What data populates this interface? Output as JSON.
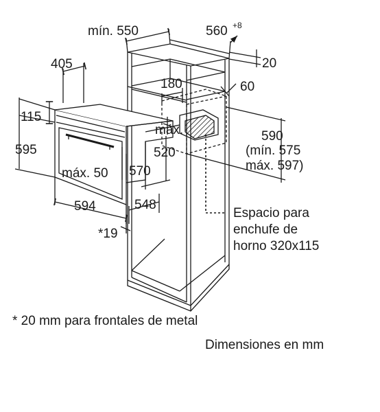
{
  "labels": {
    "min_550": "mín. 550",
    "w560": "560",
    "w560_sup": "+8",
    "d20": "20",
    "d405": "405",
    "d180": "180",
    "d60": "60",
    "d115": "115",
    "d595": "595",
    "max_label": "máx.",
    "d520": "520",
    "d590": "590",
    "d590_min": "(mín. 575",
    "d590_max": "máx. 597)",
    "max50": "máx. 50",
    "d570": "570",
    "d594": "594",
    "d548": "548",
    "star19": "*19",
    "socket_line1": "Espacio para",
    "socket_line2": "enchufe de",
    "socket_line3": "horno 320x115"
  },
  "footnote": "* 20 mm para frontales de metal",
  "units_note": "Dimensiones en mm",
  "colors": {
    "line": "#1a1a1a",
    "background": "#ffffff"
  }
}
